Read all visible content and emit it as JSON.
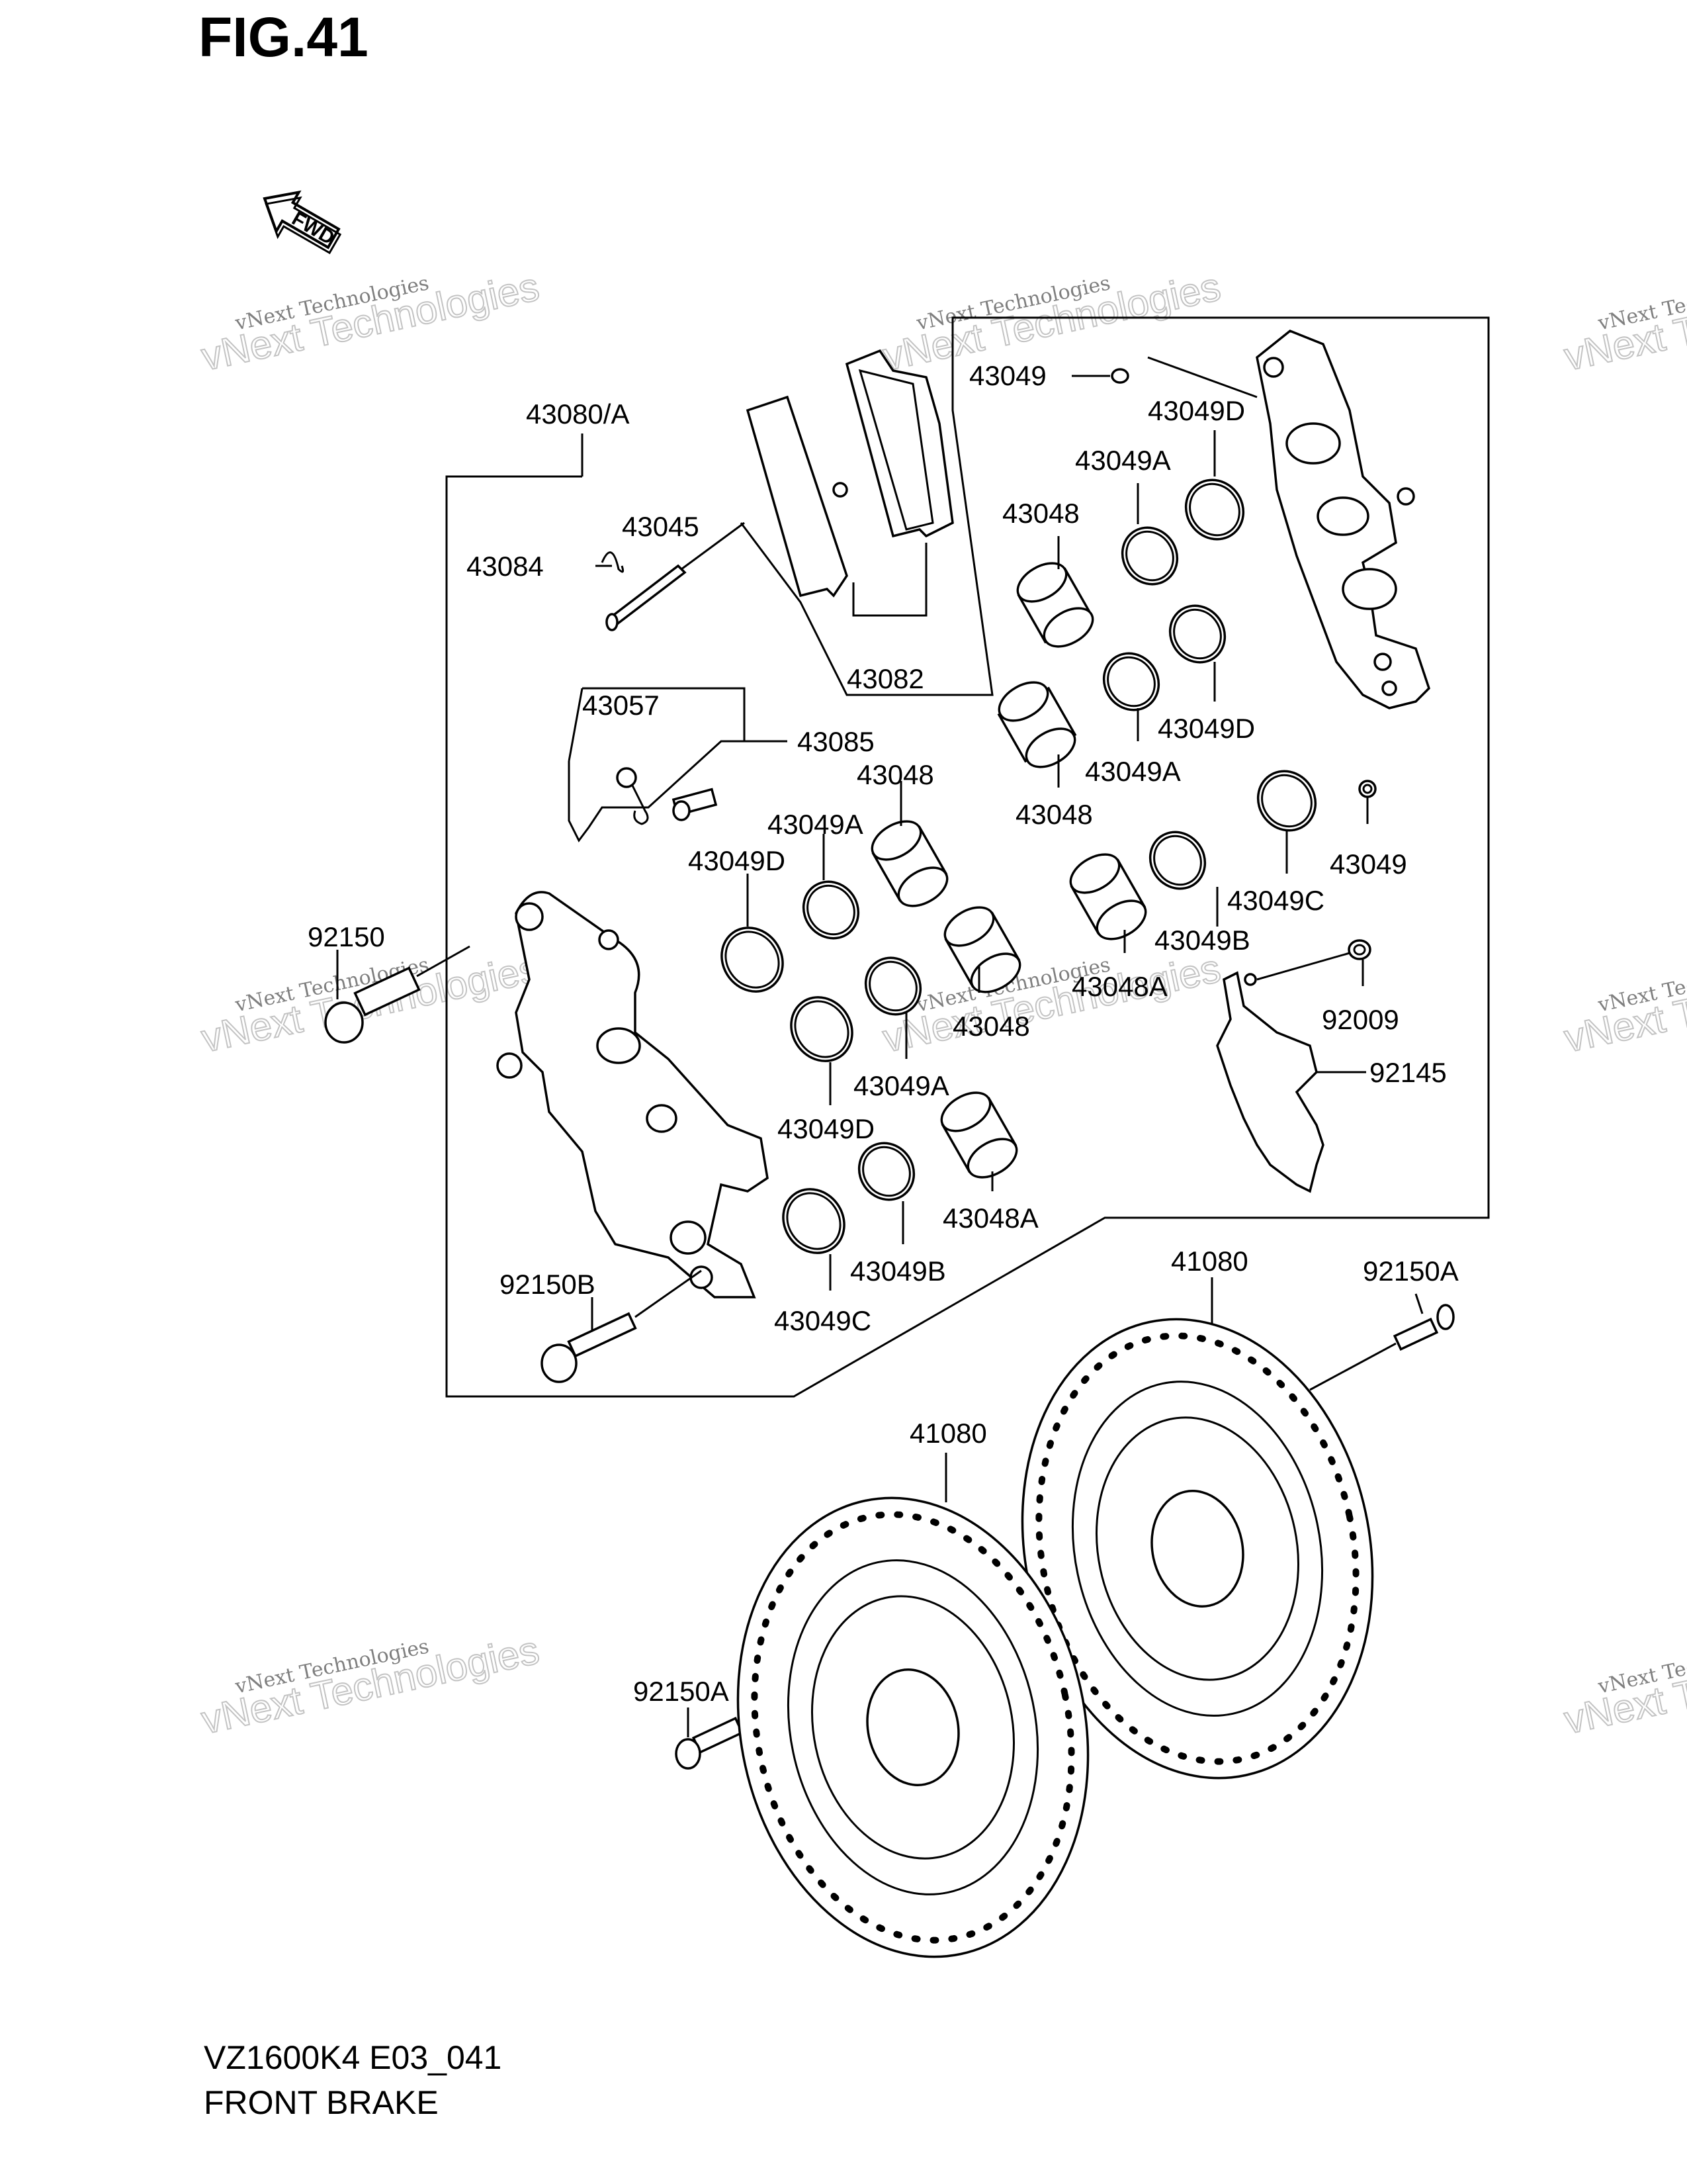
{
  "figure": {
    "title": "FIG.41",
    "model_code": "VZ1600K4 E03_041",
    "section_name": "FRONT BRAKE"
  },
  "direction_marker": {
    "text": "FWD",
    "icon": "fwd-arrow-icon"
  },
  "watermark": {
    "line1": "vNext Technologies",
    "line2": "vNext Technologies"
  },
  "callouts": [
    "43080/A",
    "43084",
    "43045",
    "43082",
    "43049",
    "43049D",
    "43049A",
    "43048",
    "43049D",
    "43049A",
    "43048",
    "43049",
    "43057",
    "43085",
    "43048",
    "43049A",
    "43049D",
    "43049C",
    "43049B",
    "43048A",
    "92009",
    "92150",
    "43048",
    "43049A",
    "43049D",
    "92145",
    "43048A",
    "43049B",
    "92150B",
    "43049C",
    "41080",
    "92150A",
    "41080",
    "92150A"
  ]
}
